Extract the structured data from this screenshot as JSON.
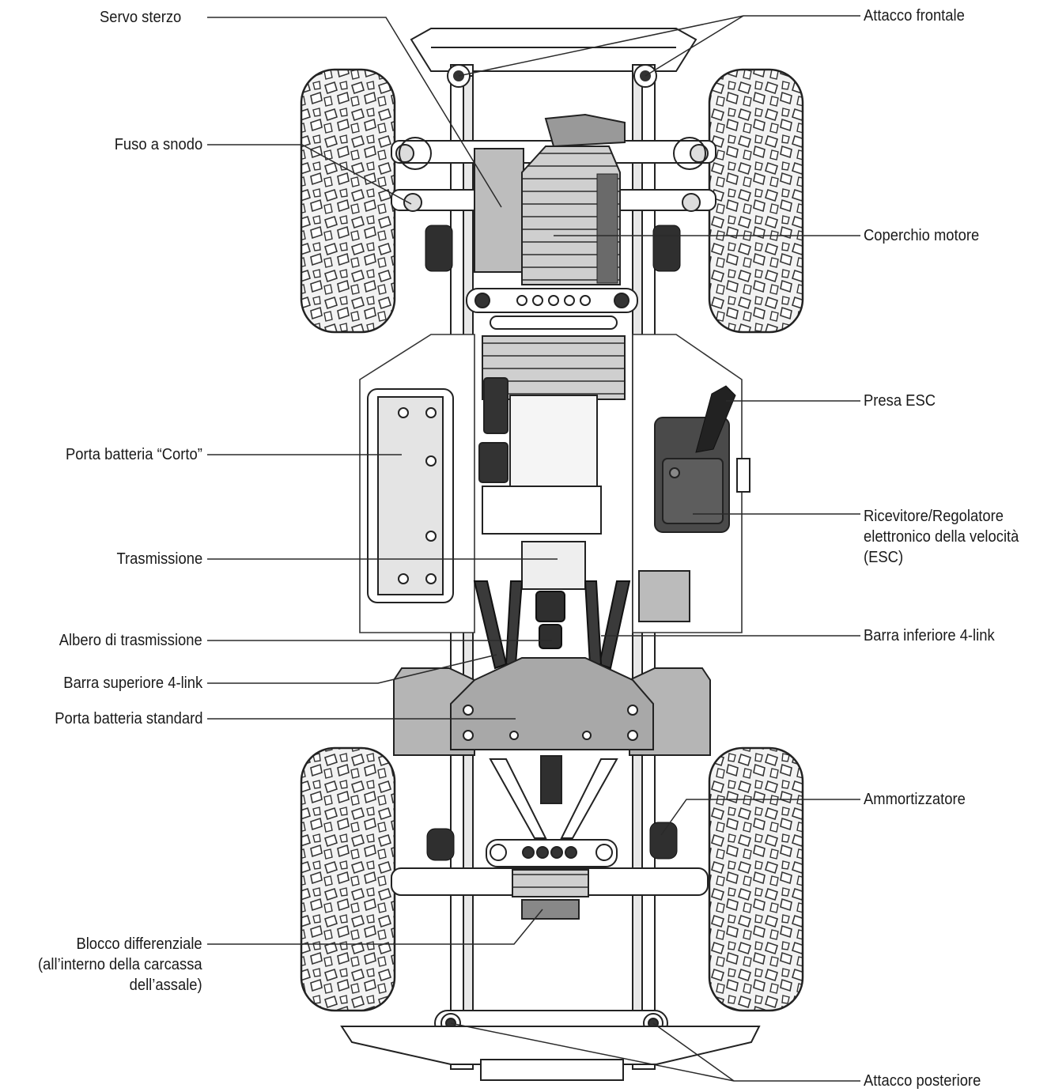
{
  "labels": {
    "servo_sterzo": "Servo sterzo",
    "fuso_a_snodo": "Fuso a snodo",
    "porta_batteria_corto": "Porta batteria “Corto”",
    "trasmissione": "Trasmissione",
    "albero_di_trasmissione": "Albero di trasmissione",
    "barra_superiore_4link": "Barra superiore 4-link",
    "porta_batteria_standard": "Porta batteria standard",
    "blocco_differenziale_l1": "Blocco differenziale",
    "blocco_differenziale_l2": "(all’interno della carcassa",
    "blocco_differenziale_l3": "dell’assale)",
    "attacco_frontale": "Attacco frontale",
    "coperchio_motore": "Coperchio motore",
    "presa_esc": "Presa ESC",
    "ricevitore_l1": "Ricevitore/Regolatore",
    "ricevitore_l2": "elettronico della velocità",
    "ricevitore_l3": "(ESC)",
    "barra_inferiore_4link": "Barra inferiore 4-link",
    "ammortizzatore": "Ammortizzatore",
    "attacco_posteriore": "Attacco posteriore"
  },
  "colors": {
    "line": "#2a2a2a",
    "part_gray": "#b0b0b0",
    "dark_part": "#3a3a3a",
    "tire": "#e8e8e8"
  }
}
